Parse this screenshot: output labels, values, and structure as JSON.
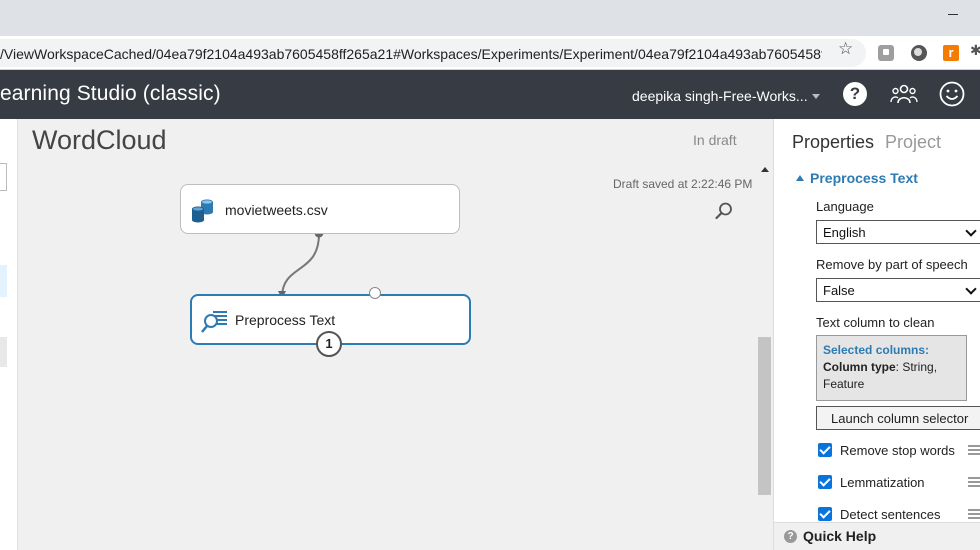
{
  "browser": {
    "url": "/ViewWorkspaceCached/04ea79f2104a493ab7605458ff265a21#Workspaces/Experiments/Experiment/04ea79f2104a493ab7605458f...",
    "star_icon": "star-icon",
    "extension_icons": [
      "screen-share-icon",
      "circle-extension-icon",
      "orange-extension-icon",
      "puzzle-icon"
    ],
    "ext3_letter": "r",
    "ext4_glyph": "✱"
  },
  "header": {
    "title": "earning Studio (classic)",
    "workspace": "deepika singh-Free-Works...",
    "icons": [
      "help-icon",
      "people-icon",
      "smile-icon"
    ],
    "help_glyph": "?",
    "bg_color": "#363b44"
  },
  "canvas": {
    "experiment_title": "WordCloud",
    "status": "In draft",
    "draft_saved": "Draft saved at 2:22:46 PM",
    "modules": [
      {
        "label": "movietweets.csv",
        "icon": "dataset-icon"
      },
      {
        "label": "Preprocess Text",
        "icon": "preprocess-text-icon",
        "step": "1"
      }
    ]
  },
  "properties": {
    "tabs": [
      "Properties",
      "Project"
    ],
    "section_title": "Preprocess Text",
    "language_label": "Language",
    "language_value": "English",
    "pos_label": "Remove by part of speech",
    "pos_value": "False",
    "text_column_label": "Text column to clean",
    "selected_columns_heading": "Selected columns:",
    "column_type_key": "Column type",
    "column_type_value": ": String, Feature",
    "launch_button": "Launch column selector",
    "checkboxes": [
      {
        "label": "Remove stop words",
        "checked": true
      },
      {
        "label": "Lemmatization",
        "checked": true
      },
      {
        "label": "Detect sentences",
        "checked": true
      }
    ],
    "quick_help": "Quick Help",
    "quick_help_glyph": "?",
    "accent_color": "#2d7bb3"
  }
}
